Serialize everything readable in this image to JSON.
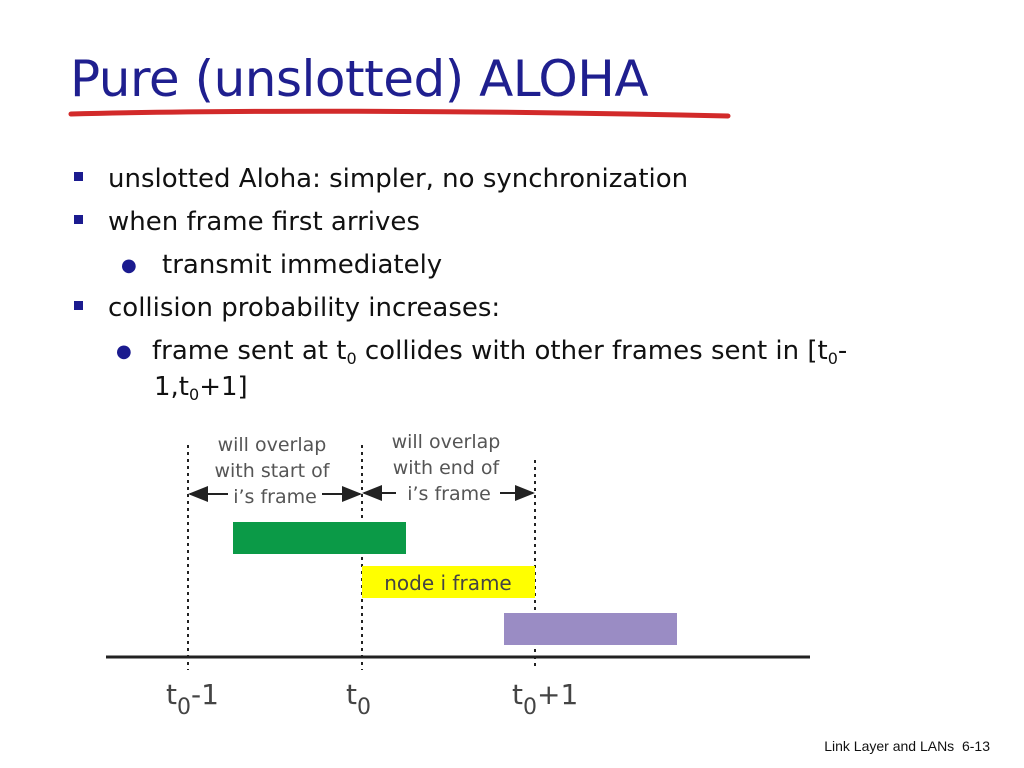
{
  "title": "Pure (unslotted) ALOHA",
  "bullets": [
    {
      "text": "unslotted Aloha: simpler, no synchronization"
    },
    {
      "text": "when frame first arrives"
    },
    {
      "sub_text": "transmit immediately"
    },
    {
      "text": "collision probability increases:"
    }
  ],
  "last_sub": {
    "part1": "frame sent at t",
    "sub1": "0",
    "part2": " collides with other frames sent in [t",
    "sub2": "0",
    "part3": "-",
    "cont1": "1,t",
    "sub3": "0",
    "cont2": "+1]"
  },
  "diagram": {
    "label_left": [
      "will overlap",
      "with start of",
      "i’s frame"
    ],
    "label_right": [
      "will overlap",
      "with end of",
      "i’s frame"
    ],
    "node_frame_label": "node i frame",
    "ticks": [
      {
        "base": "t",
        "sub": "0",
        "suffix": "-1"
      },
      {
        "base": "t",
        "sub": "0",
        "suffix": ""
      },
      {
        "base": "t",
        "sub": "0",
        "suffix": "+1"
      }
    ],
    "colors": {
      "green_frame": "#0b9a47",
      "node_frame": "#ffff00",
      "purple_frame": "#9a8cc4",
      "title": "#1f1f8f",
      "underline": "#d22a2a"
    }
  },
  "footer": {
    "text": "Link Layer and LANs",
    "page": "6-13"
  }
}
